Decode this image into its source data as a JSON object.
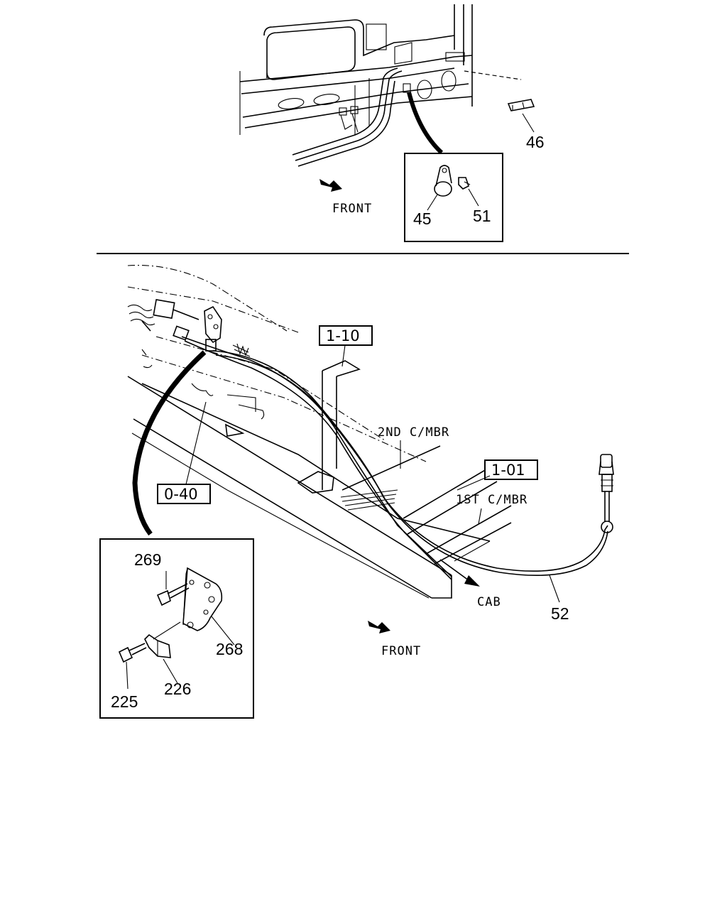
{
  "labels": {
    "front_top": "FRONT",
    "front_bottom": "FRONT",
    "cab": "CAB",
    "second_crossmember": "2ND C/MBR",
    "first_crossmember": "1ST C/MBR"
  },
  "reference_boxes": {
    "ref_1_10": "1-10",
    "ref_1_01": "1-01",
    "ref_0_40": "0-40"
  },
  "part_numbers": {
    "p46": "46",
    "p45": "45",
    "p51": "51",
    "p52": "52",
    "p269": "269",
    "p268": "268",
    "p226": "226",
    "p225": "225"
  }
}
